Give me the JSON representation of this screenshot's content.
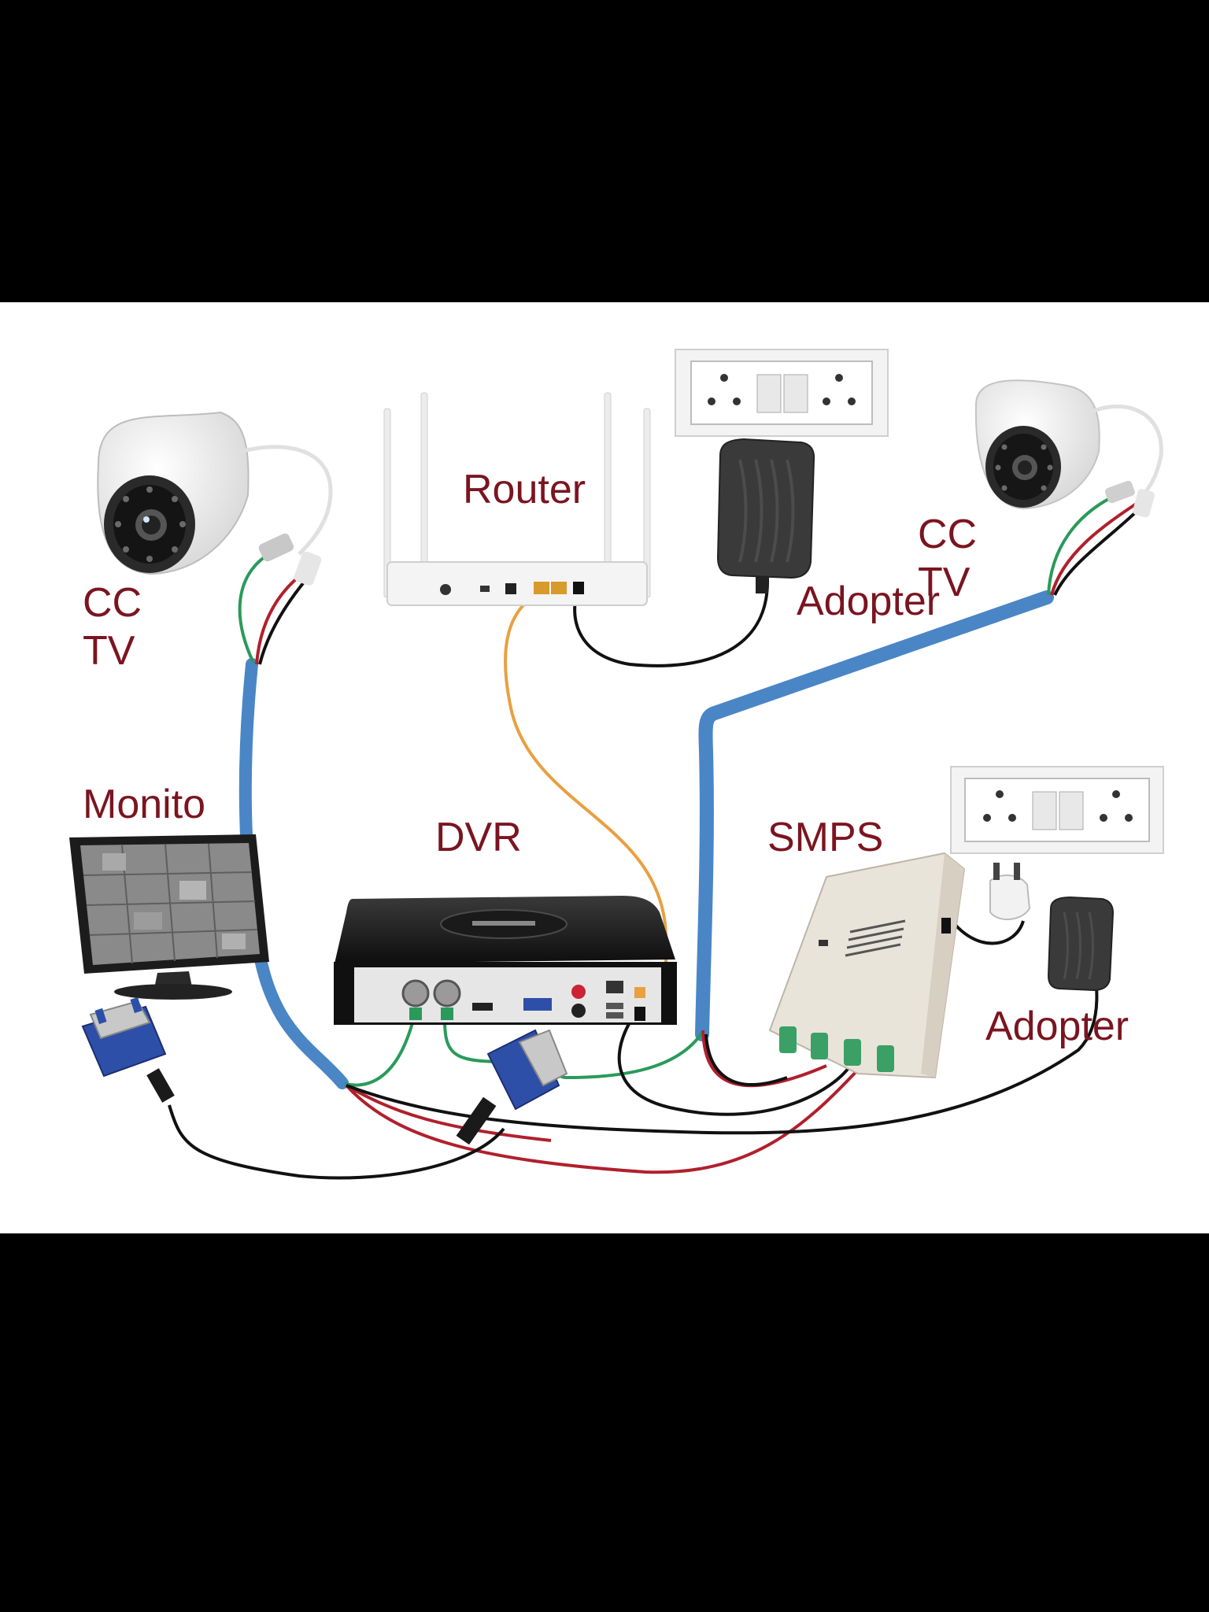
{
  "colors": {
    "label": "#7a1520",
    "cable_blue": "#4a86c6",
    "wire_green": "#2a9a5a",
    "wire_red": "#b0202c",
    "wire_black": "#111111",
    "wire_orange": "#e8a040",
    "vga_blue": "#2e4fa8"
  },
  "labels": {
    "cctv_left": "CC\nTV",
    "cctv_right": "CC\nTV",
    "router": "Router",
    "adopter_top": "Adopter",
    "monitor": "Monito",
    "dvr": "DVR",
    "smps": "SMPS",
    "adopter_bottom": "Adopter"
  },
  "devices": {
    "camera_left": "dome-camera-icon",
    "camera_right": "dome-camera-icon",
    "router": "wifi-router-icon",
    "dvr": "dvr-box-icon",
    "monitor": "monitor-icon",
    "smps": "smps-power-supply-icon",
    "adapter_top": "power-adapter-icon",
    "adapter_bottom": "power-adapter-icon",
    "socket_top": "wall-socket-icon",
    "socket_bottom": "wall-socket-icon",
    "vga_left": "vga-connector-icon",
    "vga_dvr": "vga-connector-icon"
  }
}
